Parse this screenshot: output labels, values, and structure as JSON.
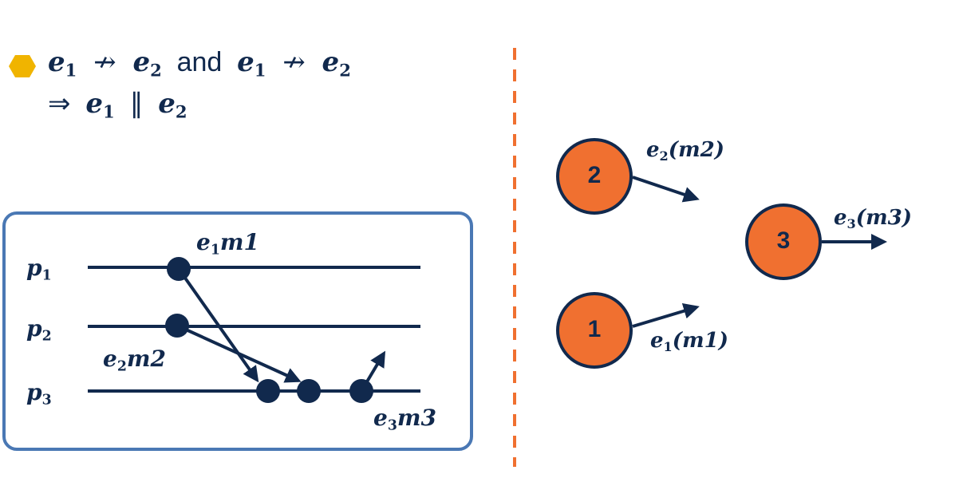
{
  "statement": {
    "line1": {
      "e1": "e",
      "e1_sub": "1",
      "not_arrow": "↛",
      "e2": "e",
      "e2_sub": "2",
      "and": "and",
      "e1b": "e",
      "e1b_sub": "1",
      "not_arrow_b": "↛",
      "e2b": "e",
      "e2b_sub": "2"
    },
    "line2": {
      "implies": "⇒",
      "e1": "e",
      "e1_sub": "1",
      "parallel": "∥",
      "e2": "e",
      "e2_sub": "2"
    }
  },
  "spacetime": {
    "processes": [
      {
        "name": "p",
        "sub": "1"
      },
      {
        "name": "p",
        "sub": "2"
      },
      {
        "name": "p",
        "sub": "3"
      }
    ],
    "event_labels": {
      "e1m1": {
        "e": "e",
        "sub": "1",
        "m": "m1"
      },
      "e2m2": {
        "e": "e",
        "sub": "2",
        "m": "m2"
      },
      "e3m3": {
        "e": "e",
        "sub": "3",
        "m": "m3"
      }
    }
  },
  "nodes": [
    {
      "id": "1",
      "label": "1",
      "msg": {
        "e": "e",
        "sub": "1",
        "m": "(m1)"
      }
    },
    {
      "id": "2",
      "label": "2",
      "msg": {
        "e": "e",
        "sub": "2",
        "m": "(m2)"
      }
    },
    {
      "id": "3",
      "label": "3",
      "msg": {
        "e": "e",
        "sub": "3",
        "m": "(m3)"
      }
    }
  ],
  "colors": {
    "navy": "#11294d",
    "orange": "#f07030",
    "box_border": "#4a78b4",
    "bullet": "#f0b400"
  }
}
